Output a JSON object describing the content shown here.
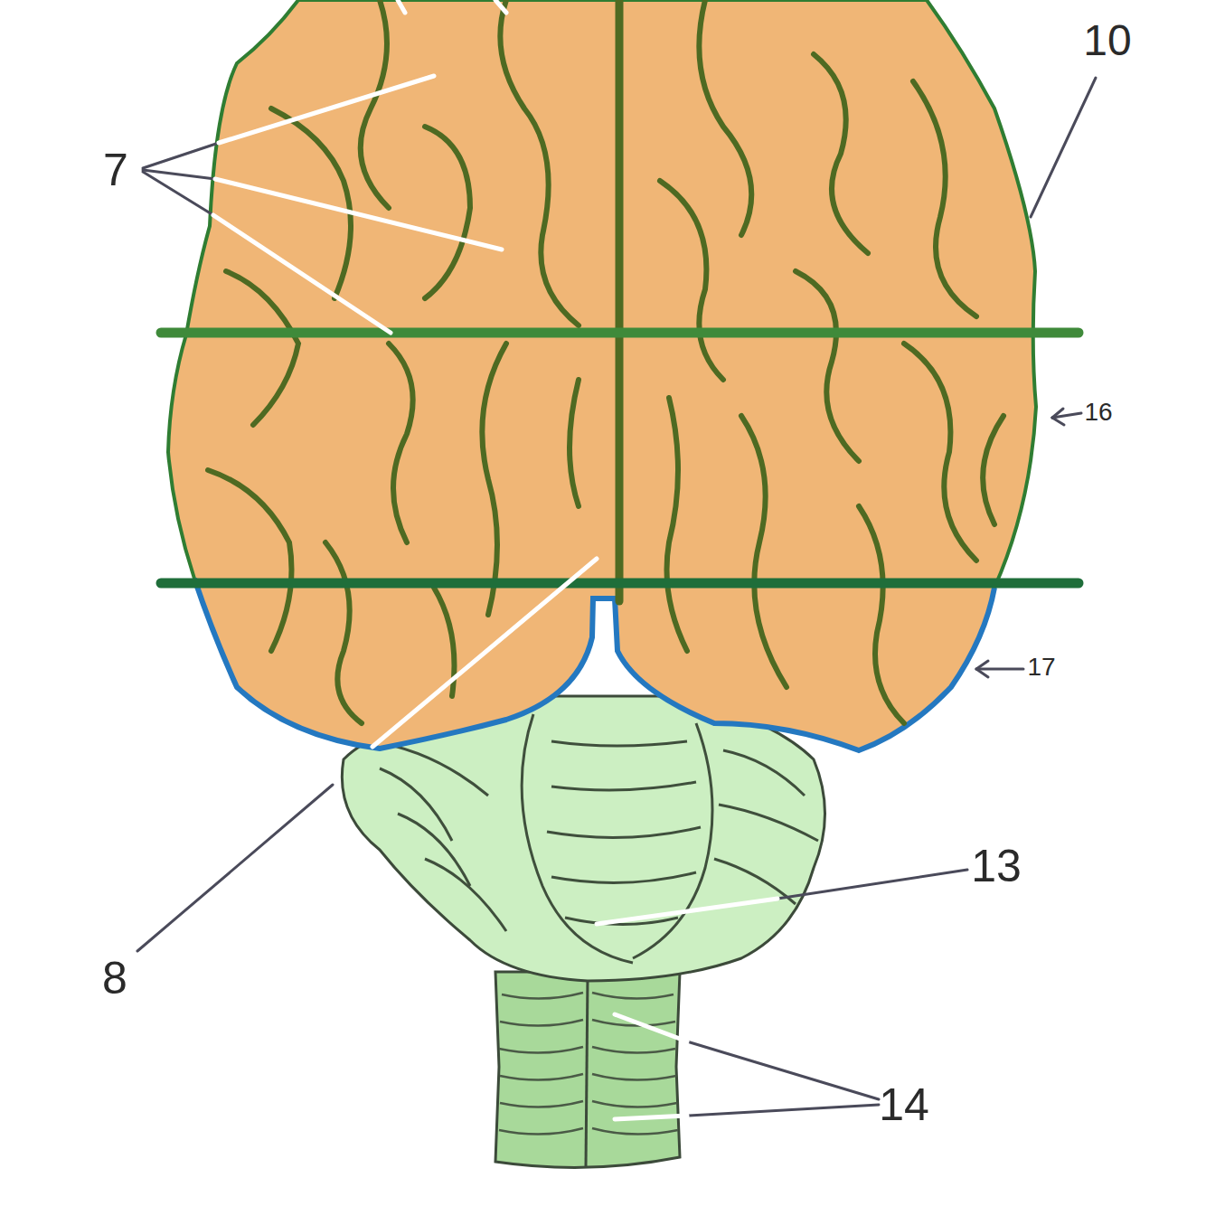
{
  "diagram": {
    "labels": [
      "7",
      "10",
      "16",
      "17",
      "8",
      "13",
      "14"
    ]
  }
}
